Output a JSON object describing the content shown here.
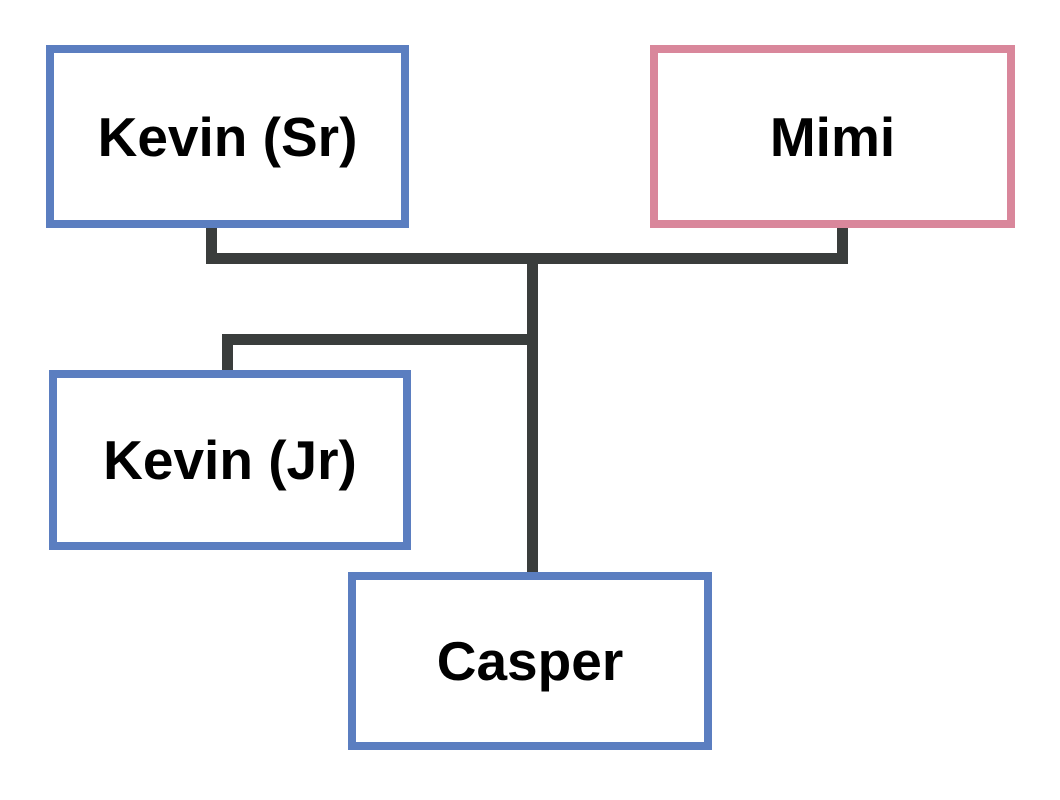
{
  "diagram": {
    "type": "family-tree",
    "colors": {
      "blue_border": "#5B7EC0",
      "pink_border": "#D9879B",
      "connector": "#3A3D3C",
      "box_fill": "#FFFFFF",
      "label_text": "#000000",
      "background": "#FFFFFF"
    },
    "nodes": [
      {
        "id": "kevin-sr",
        "label": "Kevin (Sr)",
        "border": "blue"
      },
      {
        "id": "mimi",
        "label": "Mimi",
        "border": "pink"
      },
      {
        "id": "kevin-jr",
        "label": "Kevin (Jr)",
        "border": "blue"
      },
      {
        "id": "casper",
        "label": "Casper",
        "border": "blue"
      }
    ],
    "edges": [
      {
        "from": "kevin-sr",
        "to": "mimi",
        "relation": "couple"
      },
      {
        "from": "couple",
        "to": "kevin-jr",
        "relation": "child"
      },
      {
        "from": "couple",
        "to": "casper",
        "relation": "child"
      }
    ]
  }
}
